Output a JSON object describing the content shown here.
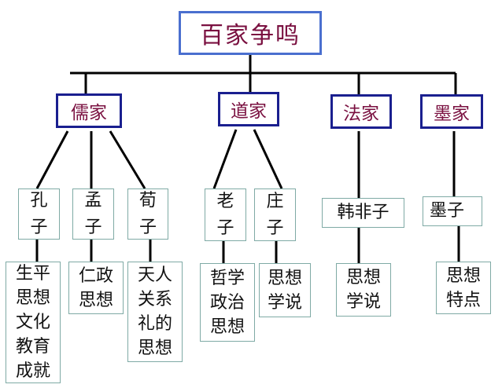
{
  "root": {
    "label": "百家争鸣"
  },
  "schools": [
    {
      "label": "儒家"
    },
    {
      "label": "道家"
    },
    {
      "label": "法家"
    },
    {
      "label": "墨家"
    }
  ],
  "persons": [
    {
      "label": "孔\n子",
      "school": "儒家"
    },
    {
      "label": "孟\n子",
      "school": "儒家"
    },
    {
      "label": "荀\n子",
      "school": "儒家"
    },
    {
      "label": "老\n子",
      "school": "道家"
    },
    {
      "label": "庄\n子",
      "school": "道家"
    },
    {
      "label": "韩非子",
      "school": "法家"
    },
    {
      "label": "墨子",
      "school": "墨家"
    }
  ],
  "topics": [
    {
      "label": "生平\n思想\n文化\n教育\n成就",
      "person": "孔子"
    },
    {
      "label": "仁政\n思想",
      "person": "孟子"
    },
    {
      "label": "天人\n关系\n礼的\n思想",
      "person": "荀子"
    },
    {
      "label": "哲学\n政治\n思想",
      "person": "老子"
    },
    {
      "label": "思想\n学说",
      "person": "庄子"
    },
    {
      "label": "思想\n学说",
      "person": "韩非子"
    },
    {
      "label": "思想\n特点",
      "person": "墨子"
    }
  ],
  "colors": {
    "root_border": "#4a6fcf",
    "school_border": "#1a1f8f",
    "heading_text": "#7a1040",
    "leaf_border": "#7faaa5",
    "connector": "#000000"
  }
}
